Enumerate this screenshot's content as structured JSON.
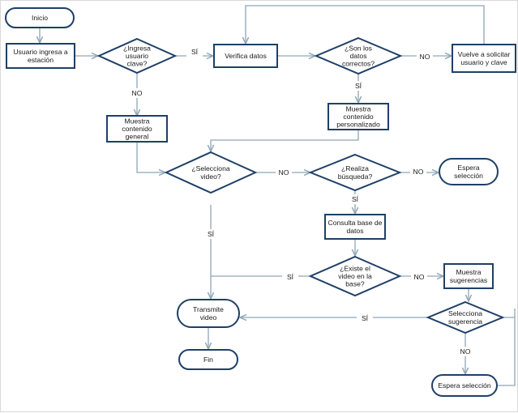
{
  "colors": {
    "node_stroke": "#1f3f66",
    "node_fill": "#ffffff",
    "edge": "#8fa6b7",
    "text": "#1a1a1a"
  },
  "nodes": {
    "inicio": [
      "Inicio"
    ],
    "usuario_ingresa": [
      "Usuario ingresa a",
      "estación"
    ],
    "ingresa_clave": [
      "¿Ingresa",
      "usuario",
      "clave?"
    ],
    "verifica_datos": [
      "Verifica datos"
    ],
    "son_correctos": [
      "¿Son los",
      "datos",
      "correctos?"
    ],
    "vuelve_solicitar": [
      "Vuelve a solicitar",
      "usuario y clave"
    ],
    "muestra_personalizado": [
      "Muestra",
      "contenido",
      "personalizado"
    ],
    "muestra_general": [
      "Muestra",
      "contenido",
      "general"
    ],
    "selecciona_video": [
      "¿Selecciona",
      "video?"
    ],
    "realiza_busqueda": [
      "¿Realiza",
      "búsqueda?"
    ],
    "espera_seleccion_1": [
      "Espera",
      "selección"
    ],
    "consulta_base": [
      "Consulta base de",
      "datos"
    ],
    "existe_video": [
      "¿Existe el",
      "video en la",
      "base?"
    ],
    "muestra_sugerencias": [
      "Muestra",
      "sugerencias"
    ],
    "transmite_video": [
      "Transmite",
      "video"
    ],
    "selecciona_sugerencia": [
      "Selecciona",
      "sugerencia"
    ],
    "fin": [
      "Fin"
    ],
    "espera_seleccion_2": [
      "Espera selección"
    ]
  },
  "edge_labels": {
    "si_1": "SÍ",
    "no_1": "NO",
    "no_2": "NO",
    "si_2": "SÍ",
    "no_3": "NO",
    "no_4": "NO",
    "si_3": "SÍ",
    "si_4": "SÍ",
    "si_5": "SÍ",
    "no_5": "NO",
    "si_6": "SÍ",
    "no_6": "NO"
  }
}
